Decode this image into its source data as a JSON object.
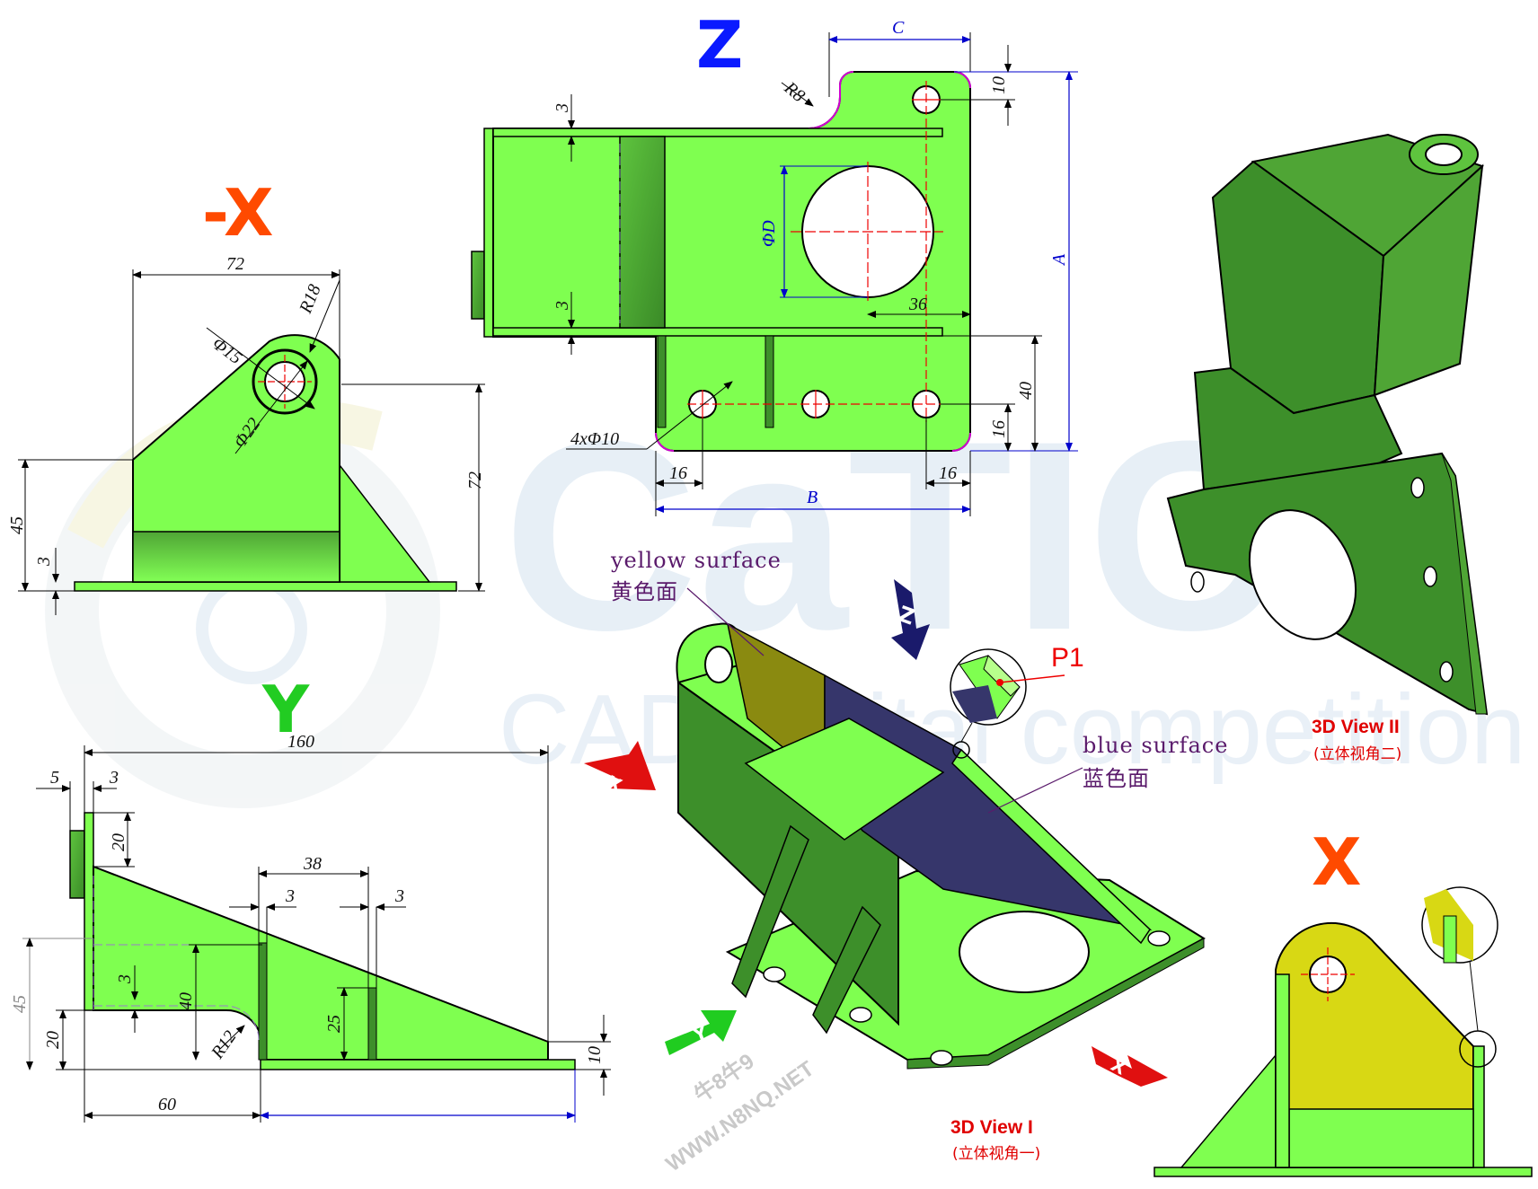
{
  "watermark": {
    "main": "CaTICs",
    "sub": "CAD digital competition"
  },
  "views": {
    "minus_x": {
      "title": "-X",
      "dims": {
        "width": "72",
        "hole": "Φ15",
        "radius": "R18",
        "boss": "Φ22",
        "height_total": "72",
        "height_45": "45",
        "thickness": "3"
      }
    },
    "z": {
      "title": "Z",
      "dims": {
        "c": "C",
        "r8": "R8",
        "top_edge": "10",
        "rib_top": "3",
        "rib_bottom": "3",
        "bore": "ΦD",
        "bore_offset": "36",
        "a": "A",
        "h40": "40",
        "h16": "16",
        "holes": "4xΦ10",
        "left16": "16",
        "right16": "16",
        "b": "B"
      }
    },
    "y": {
      "title": "Y",
      "dims": {
        "total": "160",
        "d5": "5",
        "d3a": "3",
        "d20a": "20",
        "d38": "38",
        "d3b": "3",
        "d3c": "3",
        "d45": "45",
        "d40": "40",
        "d3d": "3",
        "d20b": "20",
        "r12": "R12",
        "d25": "25",
        "d10": "10",
        "d60": "60"
      }
    },
    "x": {
      "title": "X"
    }
  },
  "view3d_1": {
    "title": "3D View I",
    "subtitle": "(立体视角一)",
    "yellow_en": "yellow surface",
    "yellow_cn": "黄色面",
    "blue_en": "blue surface",
    "blue_cn": "蓝色面",
    "point": "P1"
  },
  "view3d_2": {
    "title": "3D View II",
    "subtitle": "(立体视角二)"
  },
  "axis_labels": {
    "z": "Z",
    "x_left": "-X",
    "y": "Y",
    "x_right": "X"
  },
  "stamp": {
    "line1": "牛8牛9",
    "line2": "WWW.N8NQ.NET"
  },
  "colors": {
    "part": "#7fff50",
    "part_dark": "#3d8f2a",
    "yellow": "#d8d814",
    "blue": "#36366b",
    "dim_blue": "#0000cc",
    "label_orange": "#ff4a00",
    "label_green": "#22cc22",
    "label_blue": "#0a1aff"
  }
}
